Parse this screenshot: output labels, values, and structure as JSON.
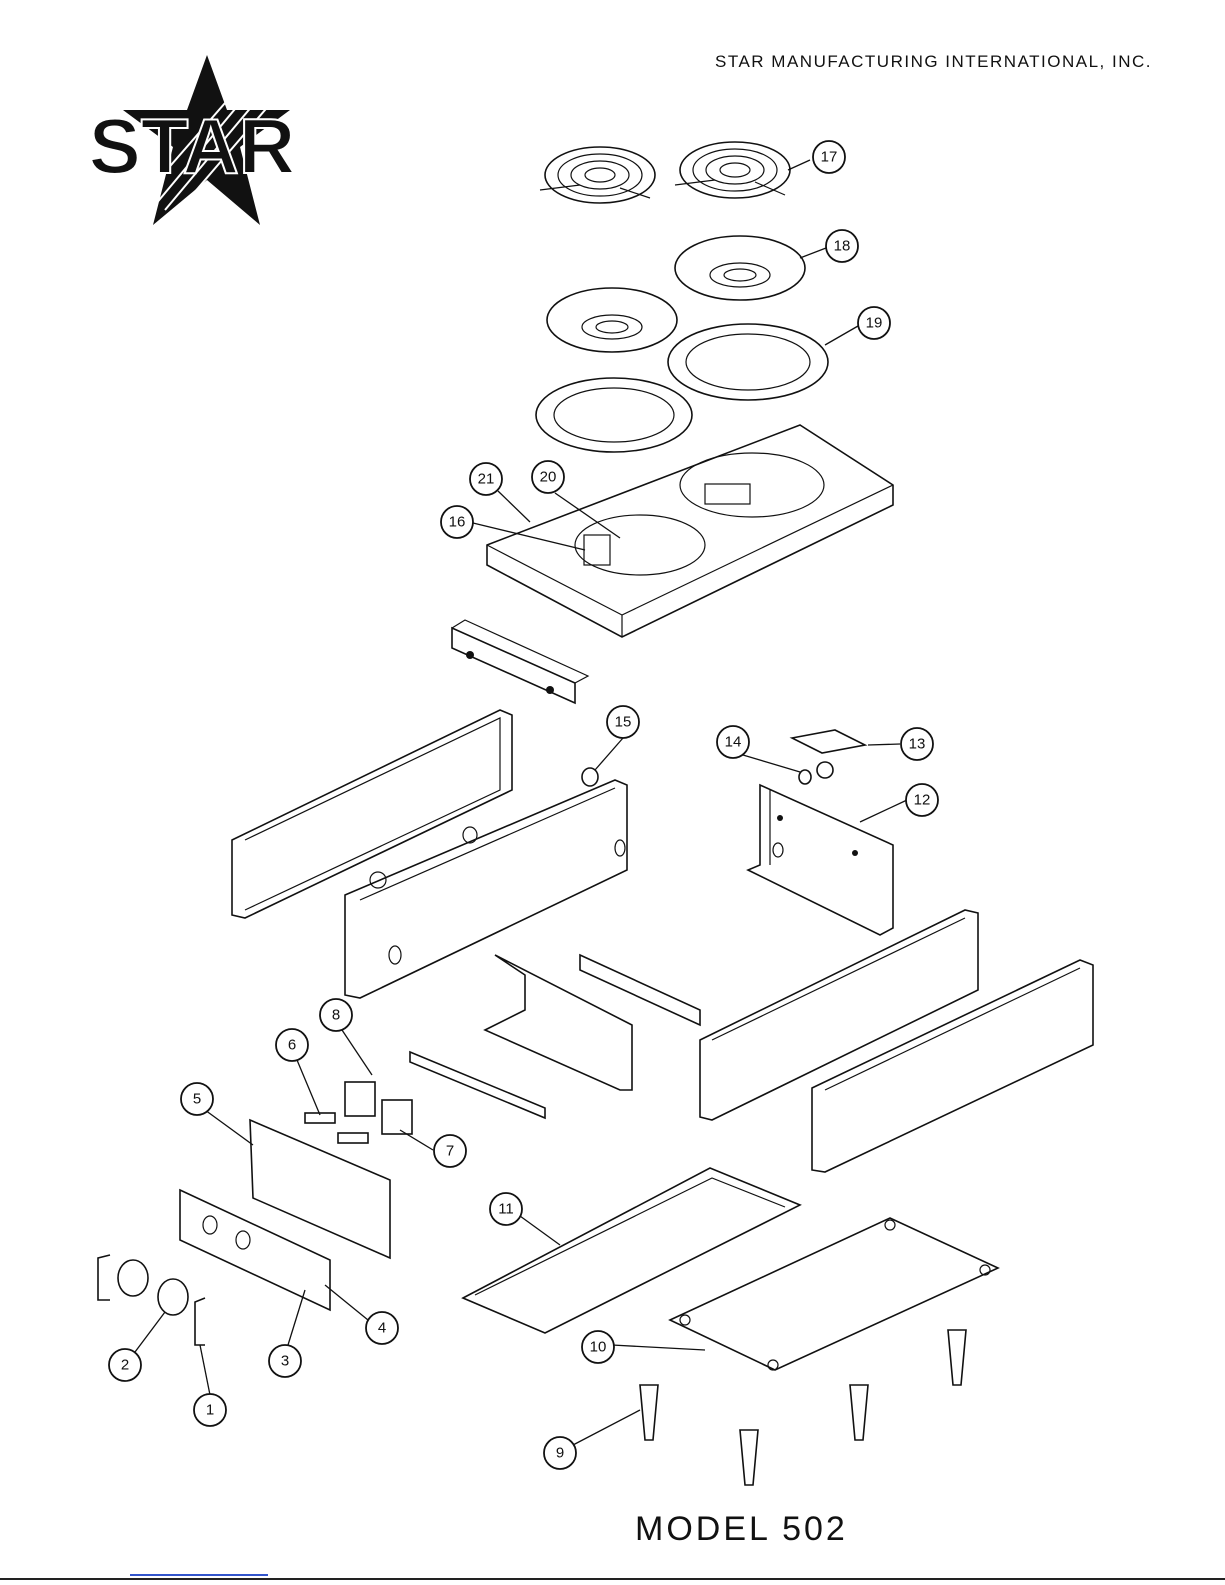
{
  "header": {
    "company": "STAR MANUFACTURING INTERNATIONAL, INC.",
    "logo_text": "STAR"
  },
  "footer": {
    "model": "MODEL 502"
  },
  "callouts": [
    "1",
    "2",
    "3",
    "4",
    "5",
    "6",
    "7",
    "8",
    "9",
    "10",
    "11",
    "12",
    "13",
    "14",
    "15",
    "16",
    "17",
    "18",
    "19",
    "20",
    "21"
  ]
}
